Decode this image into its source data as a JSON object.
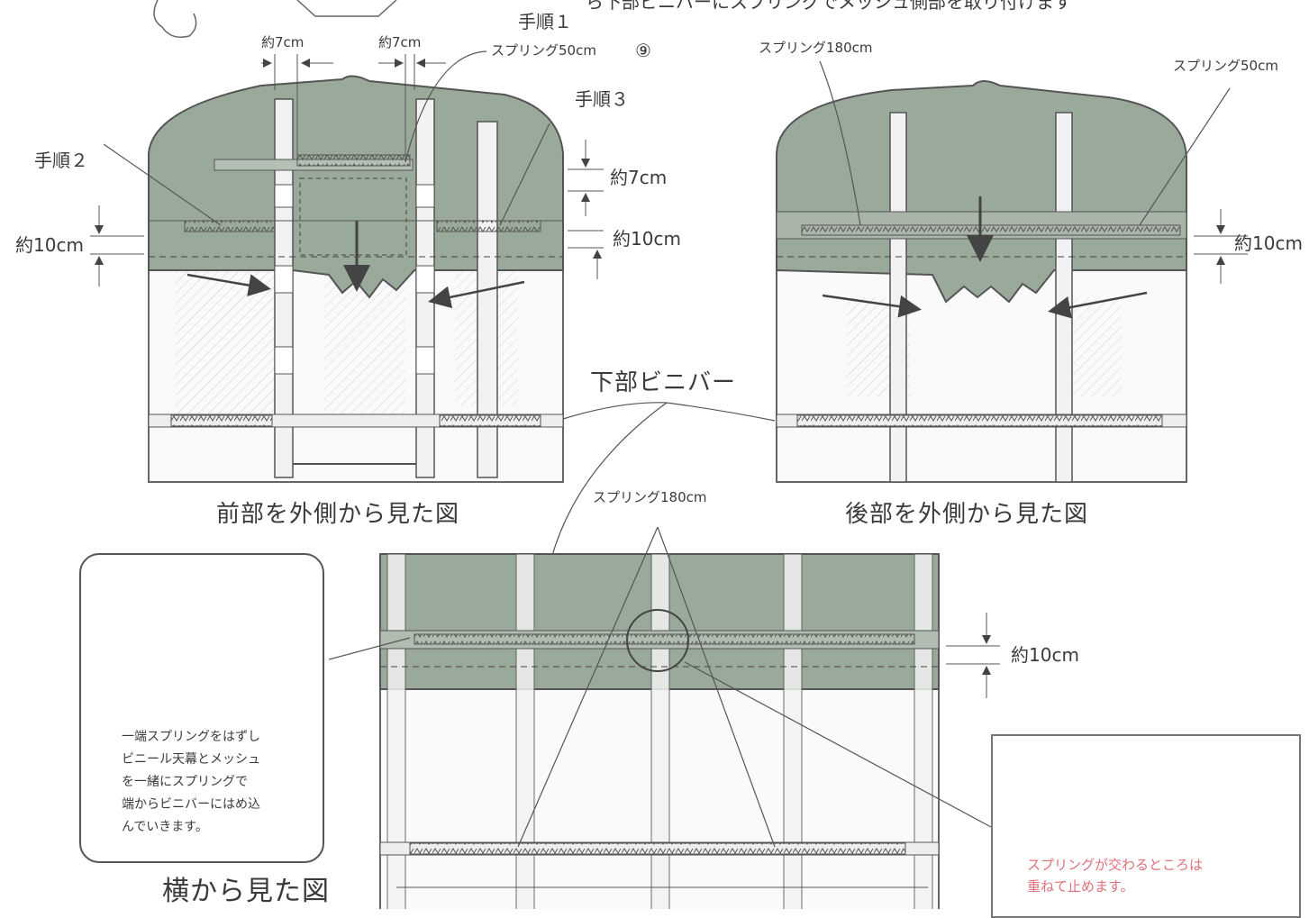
{
  "top_text": "ら下部ビニバーにスプリングでメッシュ側部を取り付けます",
  "front": {
    "title": "前部を外側から見た図",
    "dim_7cm_a": "約7cm",
    "dim_7cm_b": "約7cm",
    "step1": "手順１",
    "spring50_num": "スプリング50cm",
    "spring50_circle": "⑨",
    "step3": "手順３",
    "step2": "手順２",
    "dim_7cm_right": "約7cm",
    "dim_10cm_left": "約10cm",
    "dim_10cm_right": "約10cm"
  },
  "back": {
    "title": "後部を外側から見た図",
    "spring180": "スプリング180cm",
    "spring50": "スプリング50cm",
    "dim_10cm": "約10cm"
  },
  "lower_vinyl_bar": "下部ビニバー",
  "side": {
    "title": "横から見た図",
    "spring180": "スプリング180cm",
    "dim_10cm": "約10cm"
  },
  "note_left": "一端スプリングをはずし\nビニール天幕とメッシュ\nを一緒にスプリングで\n端からビニバーにはめ込\nんでいきます。",
  "note_right": "スプリングが交わるところは\n重ねて止めます。",
  "colors": {
    "line": "#555555",
    "canopy": "#9aaa9a",
    "note_red": "#e0707a"
  }
}
